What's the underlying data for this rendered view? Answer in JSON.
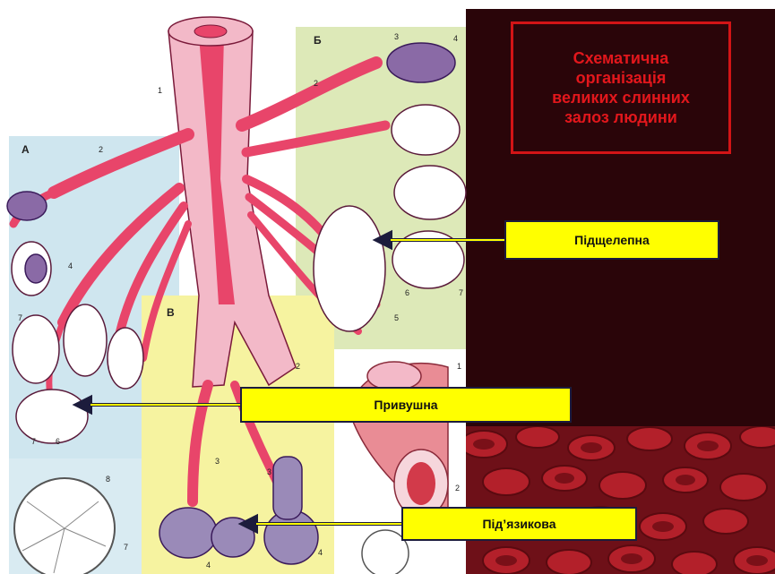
{
  "title": "Схематична\nорганізація\nвеликих слинних\nзалоз людини",
  "labels": {
    "submandibular": "Підщелепна",
    "parotid": "Привушна",
    "sublingual": "Під’язикова"
  },
  "panel_letters": {
    "a": "А",
    "b": "Б",
    "v": "В"
  },
  "numbers": {
    "n1": "1",
    "n2": "2",
    "n3": "3",
    "n4": "4",
    "n5": "5",
    "n6": "6",
    "n7": "7",
    "n8": "8"
  },
  "colors": {
    "background_dark": "#2a0509",
    "title_red": "#e2171c",
    "label_yellow": "#ffff00",
    "duct_red": "#e8456a",
    "panel_blue": "#cfe6ef",
    "panel_green": "#dde9b8",
    "panel_yellow": "#f6f3a0"
  }
}
